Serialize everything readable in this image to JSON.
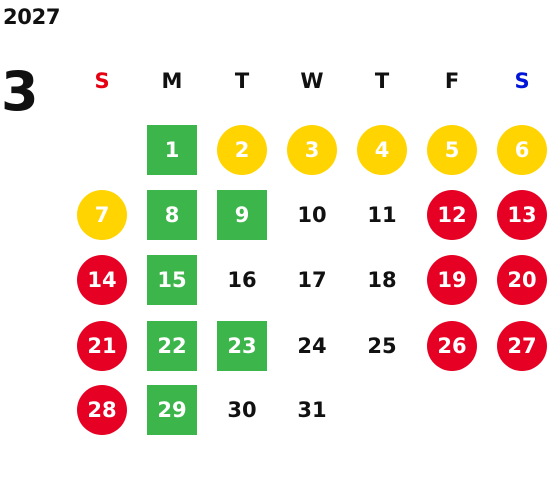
{
  "calendar": {
    "year": "2027",
    "month": "3",
    "weekdays": [
      "S",
      "M",
      "T",
      "W",
      "T",
      "F",
      "S"
    ],
    "colors": {
      "green": "#3cb54a",
      "yellow": "#ffd400",
      "red": "#e60023",
      "sunday_label": "#e60012",
      "saturday_label": "#0015d8"
    },
    "weeks": [
      [
        {
          "day": "",
          "style": "empty"
        },
        {
          "day": "1",
          "style": "green"
        },
        {
          "day": "2",
          "style": "yellow"
        },
        {
          "day": "3",
          "style": "yellow"
        },
        {
          "day": "4",
          "style": "yellow"
        },
        {
          "day": "5",
          "style": "yellow"
        },
        {
          "day": "6",
          "style": "yellow"
        }
      ],
      [
        {
          "day": "7",
          "style": "yellow"
        },
        {
          "day": "8",
          "style": "green"
        },
        {
          "day": "9",
          "style": "green"
        },
        {
          "day": "10",
          "style": "plain"
        },
        {
          "day": "11",
          "style": "plain"
        },
        {
          "day": "12",
          "style": "red"
        },
        {
          "day": "13",
          "style": "red"
        }
      ],
      [
        {
          "day": "14",
          "style": "red"
        },
        {
          "day": "15",
          "style": "green"
        },
        {
          "day": "16",
          "style": "plain"
        },
        {
          "day": "17",
          "style": "plain"
        },
        {
          "day": "18",
          "style": "plain"
        },
        {
          "day": "19",
          "style": "red"
        },
        {
          "day": "20",
          "style": "red"
        }
      ],
      [
        {
          "day": "21",
          "style": "red"
        },
        {
          "day": "22",
          "style": "green"
        },
        {
          "day": "23",
          "style": "green"
        },
        {
          "day": "24",
          "style": "plain"
        },
        {
          "day": "25",
          "style": "plain"
        },
        {
          "day": "26",
          "style": "red"
        },
        {
          "day": "27",
          "style": "red"
        }
      ],
      [
        {
          "day": "28",
          "style": "red"
        },
        {
          "day": "29",
          "style": "green"
        },
        {
          "day": "30",
          "style": "plain"
        },
        {
          "day": "31",
          "style": "plain"
        },
        {
          "day": "",
          "style": "empty"
        },
        {
          "day": "",
          "style": "empty"
        },
        {
          "day": "",
          "style": "empty"
        }
      ]
    ]
  }
}
